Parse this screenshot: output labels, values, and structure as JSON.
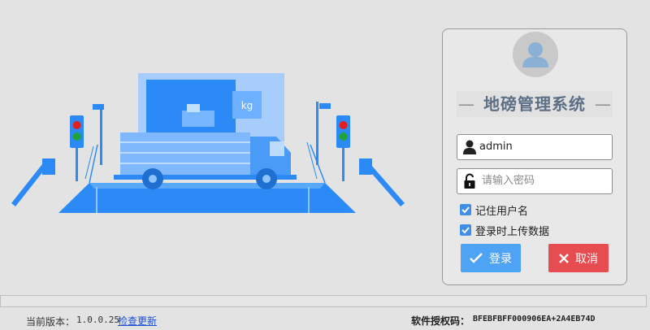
{
  "illustration": {
    "scale_unit": "kg"
  },
  "login": {
    "title": "地磅管理系统",
    "username_value": "admin",
    "password_placeholder": "请输入密码",
    "remember_label": "记住用户名",
    "remember_checked": true,
    "upload_label": "登录时上传数据",
    "upload_checked": true,
    "login_button": "登录",
    "cancel_button": "取消"
  },
  "status_bar": {
    "version_label": "当前版本：",
    "version_value": "1.0.0.25",
    "update_link": "检查更新",
    "license_label": "软件授权码：",
    "license_value": "BFEBFBFF000906EA+2A4EB74D"
  },
  "icons": [
    "avatar-user-icon",
    "user-icon",
    "lock-icon",
    "checkmark-icon",
    "login-icon",
    "cancel-icon"
  ],
  "colors": {
    "background": "#e3e3e3",
    "illustration_blue": "#2b8af5",
    "login_button": "#4ea3f4",
    "cancel_button": "#e74c50",
    "checkbox": "#3f8fe6",
    "title": "#5c6f85",
    "link": "#1a4fd6"
  }
}
